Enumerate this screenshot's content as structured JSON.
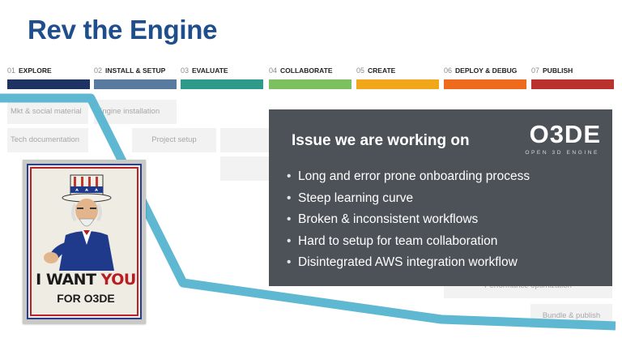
{
  "slide": {
    "title": "Rev the Engine"
  },
  "stages": [
    {
      "num": "01",
      "label": "EXPLORE",
      "color": "#1e3364"
    },
    {
      "num": "02",
      "label": "INSTALL & SETUP",
      "color": "#5a7ba0"
    },
    {
      "num": "03",
      "label": "EVALUATE",
      "color": "#2e9b8a"
    },
    {
      "num": "04",
      "label": "COLLABORATE",
      "color": "#7cc060"
    },
    {
      "num": "05",
      "label": "CREATE",
      "color": "#f2a71b"
    },
    {
      "num": "06",
      "label": "DEPLOY & DEBUG",
      "color": "#ee6a1c"
    },
    {
      "num": "07",
      "label": "PUBLISH",
      "color": "#b9322e"
    }
  ],
  "journey_boxes": {
    "mkt_social": "Mkt & social material",
    "engine_installation": "Engine installation",
    "tech_documentation": "Tech documentation",
    "project_setup": "Project setup",
    "performance_optimization": "Performance optimization",
    "bundle_publish": "Bundle & publish"
  },
  "panel": {
    "title": "Issue we are working on",
    "logo_word": "O3DE",
    "logo_sub": "OPEN 3D ENGINE",
    "bullet": "•",
    "issues": [
      "Long and error prone onboarding process",
      "Steep learning curve",
      "Broken & inconsistent workflows",
      "Hard to setup for team collaboration",
      "Disintegrated AWS integration workflow"
    ],
    "background": "#4d5259"
  },
  "poster": {
    "headline_prefix": "I WANT ",
    "headline_emphasis": "YOU",
    "subline": "FOR O3DE"
  },
  "curve_color": "#5fb8d2"
}
